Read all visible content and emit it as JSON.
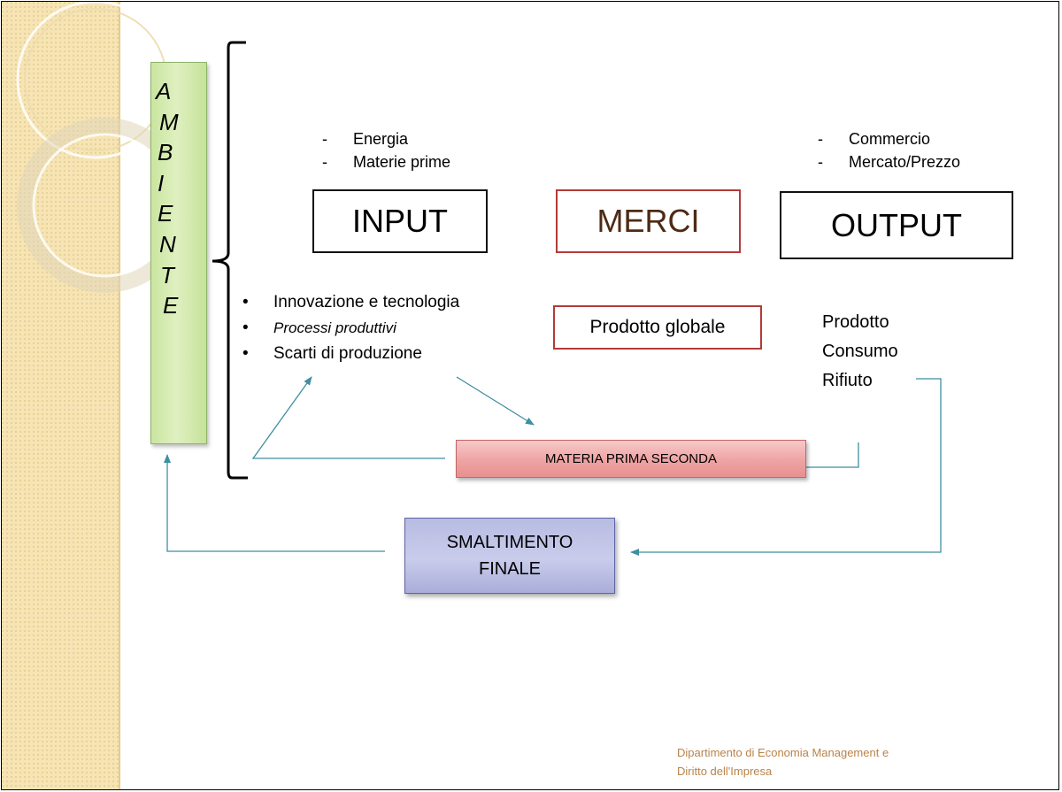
{
  "slide": {
    "ambiente_letters": [
      "A",
      "M",
      "B",
      "I",
      "E",
      "N",
      "T",
      "E"
    ],
    "input_list": [
      "Energia",
      "Materie prime"
    ],
    "output_list": [
      "Commercio",
      "Mercato/Prezzo"
    ],
    "boxes": {
      "input": "INPUT",
      "merci": "MERCI",
      "output": "OUTPUT",
      "prodotto_globale": "Prodotto globale",
      "materia_prima_seconda": "MATERIA PRIMA SECONDA",
      "smaltimento_line1": "SMALTIMENTO",
      "smaltimento_line2": "FINALE"
    },
    "bullets": [
      {
        "text": "Innovazione e tecnologia",
        "italic": false
      },
      {
        "text": "Processi produttivi",
        "italic": true
      },
      {
        "text": "Scarti di produzione",
        "italic": false
      }
    ],
    "output_stages": [
      "Prodotto",
      "Consumo",
      "Rifiuto"
    ],
    "footer_line1": "Dipartimento di Economia Management e",
    "footer_line2": "Diritto dell'Impresa"
  },
  "colors": {
    "arrow": "#3f8ea1",
    "merci_border": "#b33a3a",
    "merci_text": "#4e2a14",
    "ambiente_fill": "#c9e59f",
    "mps_fill": "#eea3a3",
    "smaltimento_fill": "#b8bce2",
    "footer_text": "#b9834a",
    "side_band": "#f6e4b4"
  }
}
